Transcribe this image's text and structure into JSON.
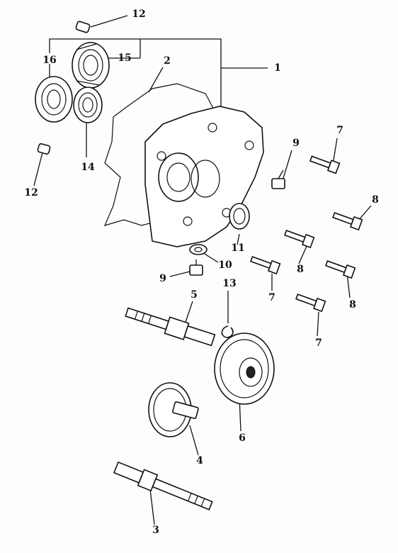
{
  "callouts": [
    {
      "id": "c12a",
      "text": "12"
    },
    {
      "id": "c1",
      "text": "1"
    },
    {
      "id": "c16",
      "text": "16"
    },
    {
      "id": "c15",
      "text": "15"
    },
    {
      "id": "c2",
      "text": "2"
    },
    {
      "id": "c14",
      "text": "14"
    },
    {
      "id": "c12b",
      "text": "12"
    },
    {
      "id": "c9a",
      "text": "9"
    },
    {
      "id": "c7a",
      "text": "7"
    },
    {
      "id": "c8a",
      "text": "8"
    },
    {
      "id": "c11",
      "text": "11"
    },
    {
      "id": "c8b",
      "text": "8"
    },
    {
      "id": "c10",
      "text": "10"
    },
    {
      "id": "c9b",
      "text": "9"
    },
    {
      "id": "c7b",
      "text": "7"
    },
    {
      "id": "c8c",
      "text": "8"
    },
    {
      "id": "c5",
      "text": "5"
    },
    {
      "id": "c13",
      "text": "13"
    },
    {
      "id": "c7c",
      "text": "7"
    },
    {
      "id": "c6",
      "text": "6"
    },
    {
      "id": "c4",
      "text": "4"
    },
    {
      "id": "c3",
      "text": "3"
    }
  ]
}
